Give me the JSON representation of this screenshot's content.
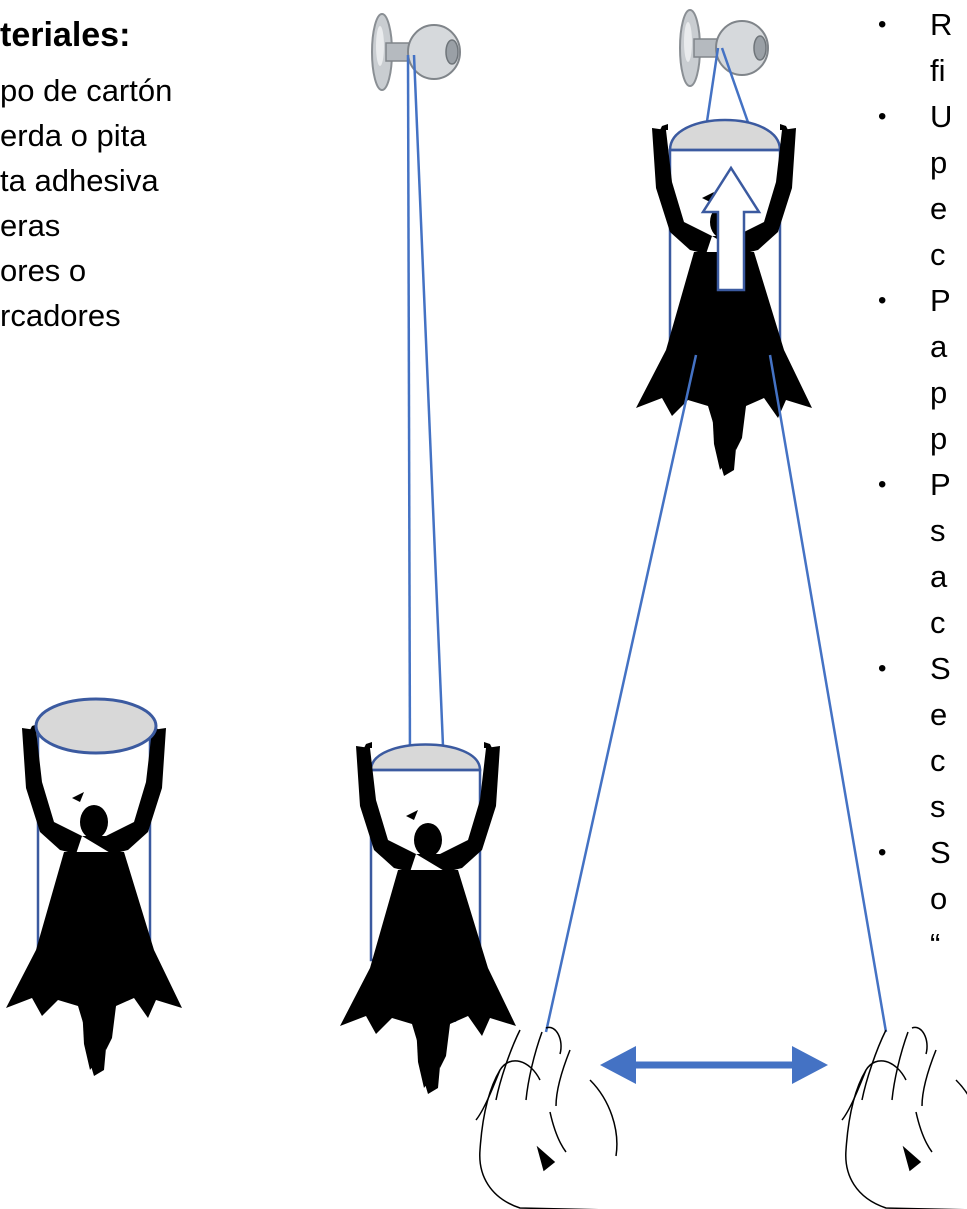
{
  "materials": {
    "title": "teriales:",
    "items": [
      "po de cartón",
      "erda o pita",
      "ta adhesiva",
      "eras",
      "ores o",
      "rcadores"
    ]
  },
  "steps": [
    {
      "bullet": "•",
      "lines": [
        "R",
        "fi"
      ]
    },
    {
      "bullet": "•",
      "lines": [
        "U",
        "p",
        "e",
        "c"
      ]
    },
    {
      "bullet": "•",
      "lines": [
        "P",
        "a",
        "p",
        "p"
      ]
    },
    {
      "bullet": "•",
      "lines": [
        "P",
        "s",
        "a",
        "c"
      ]
    },
    {
      "bullet": "•",
      "lines": [
        "S",
        "e",
        "c",
        "s"
      ]
    },
    {
      "bullet": "•",
      "lines": [
        "S",
        "o",
        "“"
      ]
    }
  ],
  "colors": {
    "outline": "#3b5aa0",
    "string": "#4472c4",
    "arrow": "#4472c4",
    "lid": "#d8d8d8",
    "silhouette": "#000000",
    "knob": "#c9cdd1"
  },
  "icons": [
    "door-knob-icon",
    "superhero-silhouette-icon",
    "hand-holding-string-icon",
    "double-arrow-icon",
    "up-arrow-icon"
  ]
}
